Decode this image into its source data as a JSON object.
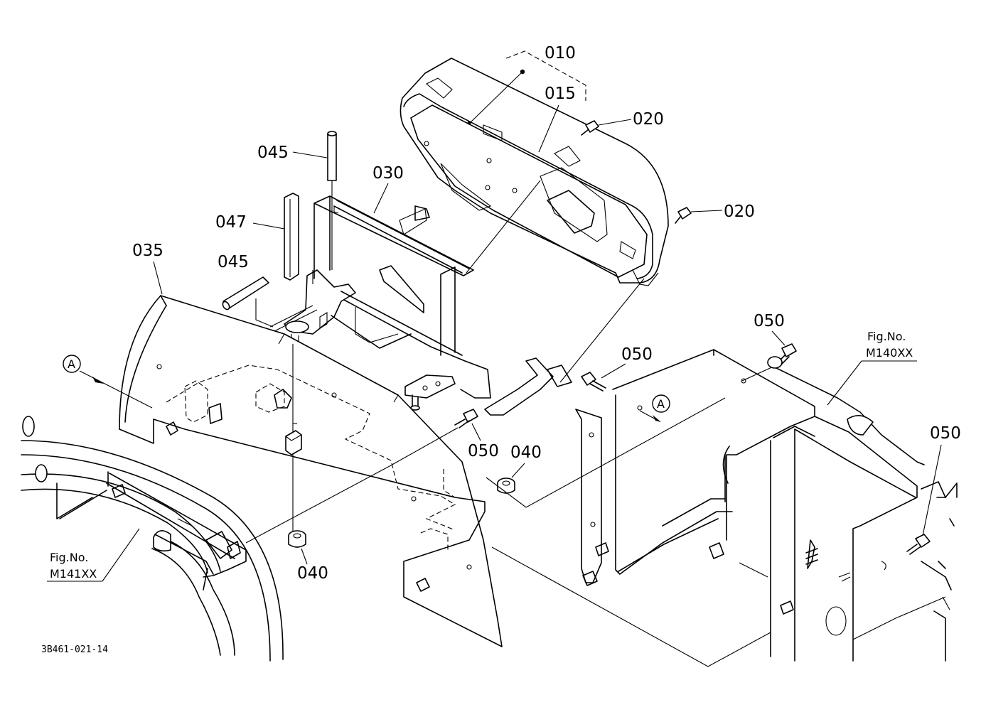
{
  "callouts": {
    "p010": "010",
    "p015": "015",
    "p020a": "020",
    "p020b": "020",
    "p030": "030",
    "p035": "035",
    "p040a": "040",
    "p040b": "040",
    "p045a": "045",
    "p045b": "045",
    "p047": "047",
    "p050a": "050",
    "p050b": "050",
    "p050c": "050",
    "p050d": "050"
  },
  "references": {
    "view_marker": "A",
    "fig_right_label": "Fig.No.",
    "fig_right_code": "M140XX",
    "fig_left_label": "Fig.No.",
    "fig_left_code": "M141XX"
  },
  "drawing_code": "3B461-021-14"
}
